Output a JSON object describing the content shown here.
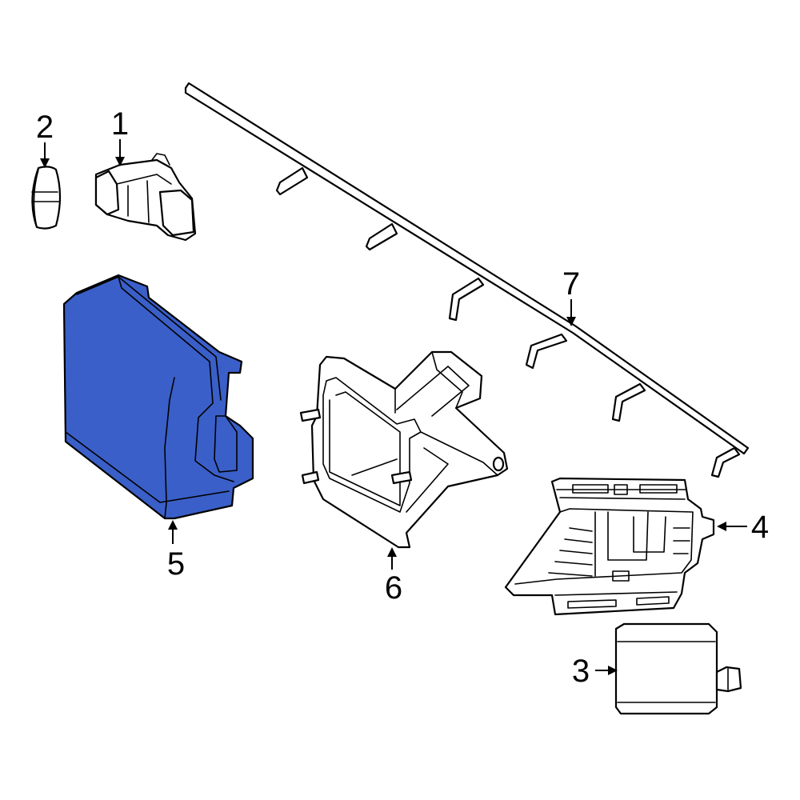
{
  "callouts": {
    "c1": "1",
    "c2": "2",
    "c3": "3",
    "c4": "4",
    "c5": "5",
    "c6": "6",
    "c7": "7"
  },
  "colors": {
    "highlight": "#3a5fc8",
    "line": "#000000",
    "background": "#ffffff"
  }
}
